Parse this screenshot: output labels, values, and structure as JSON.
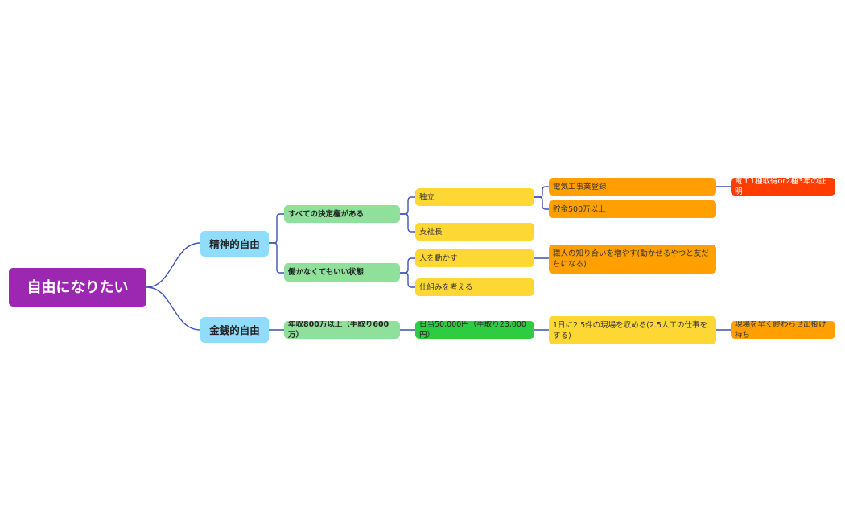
{
  "root": {
    "label": "自由になりたい"
  },
  "branches": {
    "spiritual": {
      "label": "精神的自由"
    },
    "financial": {
      "label": "金銭的自由"
    }
  },
  "nodes": {
    "authority": "すべての決定権がある",
    "no_work": "働かなくてもいい状態",
    "independence": "独立",
    "branch_manager": "支社長",
    "move_people": "人を動かす",
    "think_system": "仕組みを考える",
    "registration": "電気工事業登録",
    "savings": "貯金500万以上",
    "license": "電工1種取得or2種3年の証明",
    "acquaintances": "職人の知り合いを増やす(動かせるやつと友だちになる)",
    "income": "年収800万以上（手取り600万）",
    "daily": "日当50,000円（手取り23,000円）",
    "sites": "1日に2.5件の現場を収める(2.5人工の仕事をする)",
    "finish": "現場を早く終わらせ出掛け持ち"
  },
  "colors": {
    "root": "#9c27b0",
    "level1": "#8fdcfb",
    "level2": "#8ee09b",
    "yellow": "#fdd835",
    "orange": "#ffa000",
    "red": "#ff3d00",
    "green": "#2ecc40",
    "connector": "#3f51b5"
  }
}
